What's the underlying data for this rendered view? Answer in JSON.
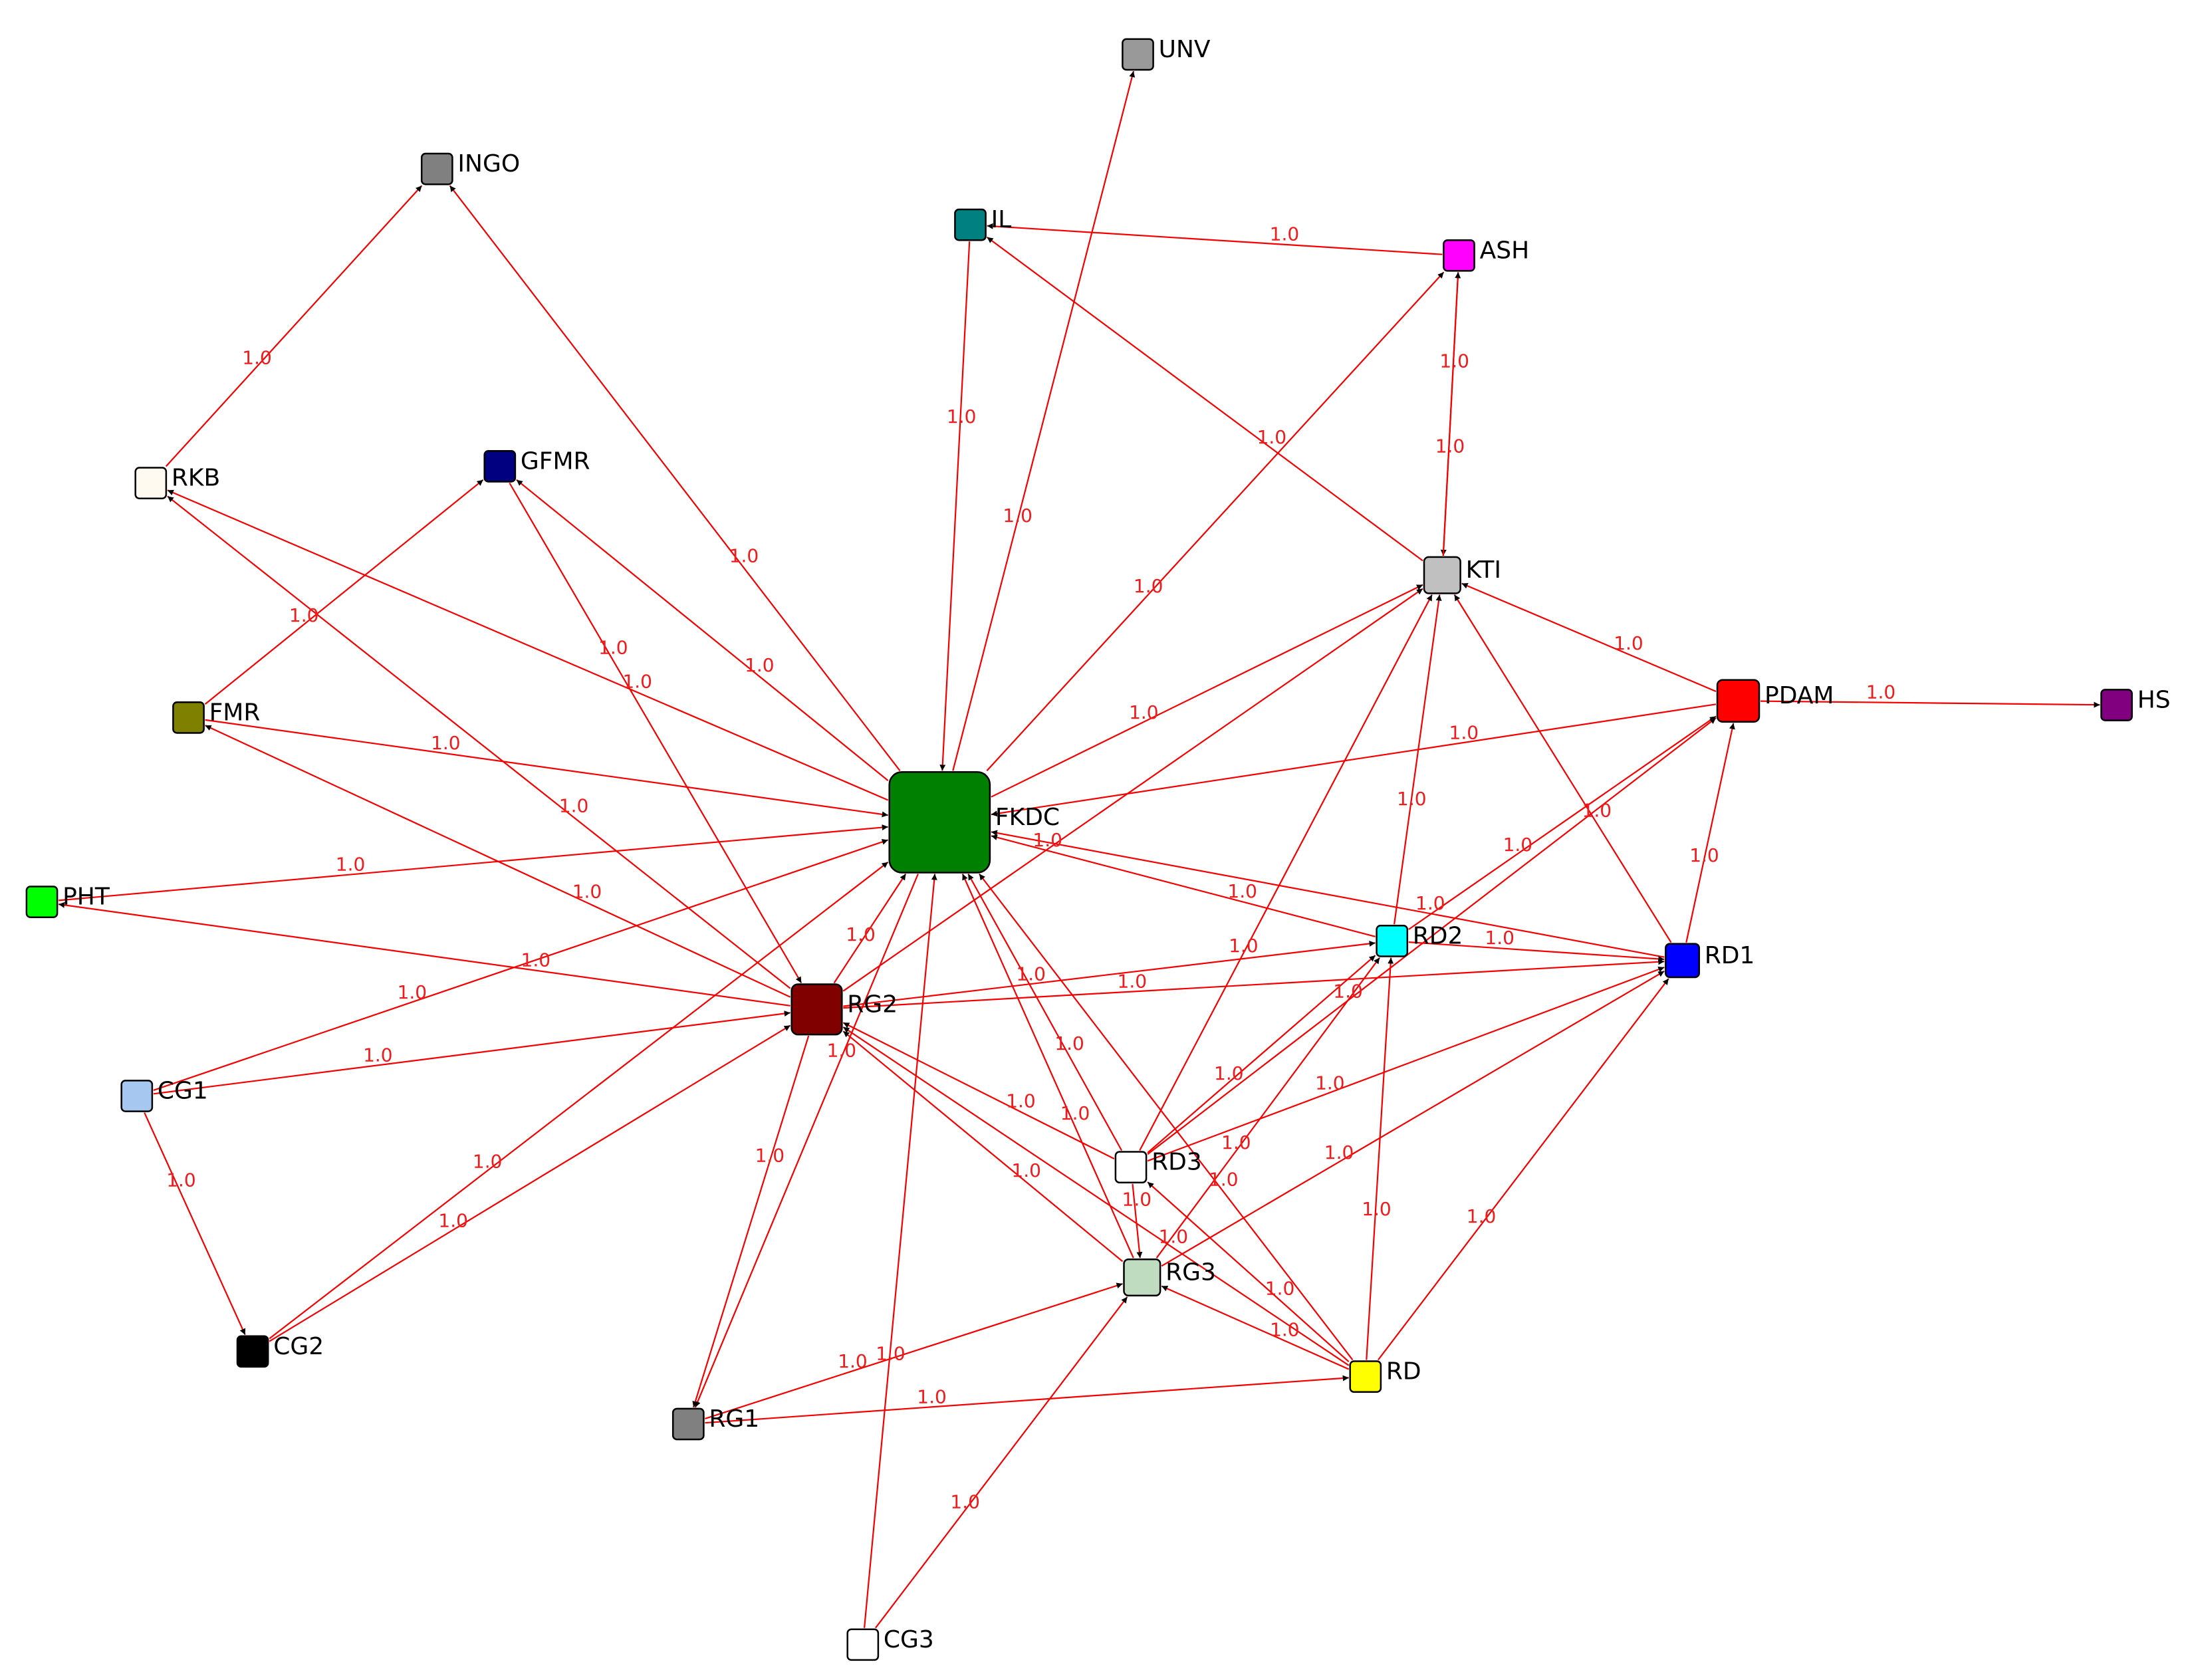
{
  "nodes": [
    {
      "id": "UNV",
      "label": "UNV",
      "color": "#999999"
    },
    {
      "id": "INGO",
      "label": "INGO",
      "color": "#808080"
    },
    {
      "id": "IL",
      "label": "IL",
      "color": "#008080"
    },
    {
      "id": "ASH",
      "label": "ASH",
      "color": "#ff00ff"
    },
    {
      "id": "RKB",
      "label": "RKB",
      "color": "#fffaf0"
    },
    {
      "id": "GFMR",
      "label": "GFMR",
      "color": "#000080"
    },
    {
      "id": "KTI",
      "label": "KTI",
      "color": "#c0c0c0"
    },
    {
      "id": "FMR",
      "label": "FMR",
      "color": "#808000"
    },
    {
      "id": "PDAM",
      "label": "PDAM",
      "color": "#ff0000"
    },
    {
      "id": "HS",
      "label": "HS",
      "color": "#800080"
    },
    {
      "id": "FKDC",
      "label": "FKDC",
      "color": "#008000"
    },
    {
      "id": "PHT",
      "label": "PHT",
      "color": "#00ff00"
    },
    {
      "id": "RD2",
      "label": "RD2",
      "color": "#00ffff"
    },
    {
      "id": "RD1",
      "label": "RD1",
      "color": "#0000ff"
    },
    {
      "id": "RG2",
      "label": "RG2",
      "color": "#800000"
    },
    {
      "id": "CG1",
      "label": "CG1",
      "color": "#a6c8f0"
    },
    {
      "id": "RD3",
      "label": "RD3",
      "color": "#ffffff"
    },
    {
      "id": "RG3",
      "label": "RG3",
      "color": "#c0dcc0"
    },
    {
      "id": "CG2",
      "label": "CG2",
      "color": "#000000"
    },
    {
      "id": "RD",
      "label": "RD",
      "color": "#ffff00"
    },
    {
      "id": "RG1",
      "label": "RG1",
      "color": "#808080"
    },
    {
      "id": "CG3",
      "label": "CG3",
      "color": "#ffffff"
    }
  ],
  "edges": [
    {
      "from": "FKDC",
      "to": "UNV",
      "weight": "1.0"
    },
    {
      "from": "FKDC",
      "to": "INGO",
      "weight": "1.0"
    },
    {
      "from": "IL",
      "to": "FKDC",
      "weight": "1.0"
    },
    {
      "from": "ASH",
      "to": "IL",
      "weight": "1.0"
    },
    {
      "from": "KTI",
      "to": "IL",
      "weight": "1.0"
    },
    {
      "from": "ASH",
      "to": "KTI",
      "weight": "1.0"
    },
    {
      "from": "KTI",
      "to": "ASH",
      "weight": "1.0"
    },
    {
      "from": "FKDC",
      "to": "ASH",
      "weight": "1.0"
    },
    {
      "from": "RKB",
      "to": "INGO",
      "weight": "1.0"
    },
    {
      "from": "FKDC",
      "to": "RKB",
      "weight": "1.0"
    },
    {
      "from": "RG2",
      "to": "RKB",
      "weight": "1.0"
    },
    {
      "from": "FMR",
      "to": "GFMR",
      "weight": "1.0"
    },
    {
      "from": "FKDC",
      "to": "GFMR",
      "weight": "1.0"
    },
    {
      "from": "GFMR",
      "to": "RG2",
      "weight": "1.0"
    },
    {
      "from": "FMR",
      "to": "FKDC",
      "weight": "1.0"
    },
    {
      "from": "RG2",
      "to": "FMR",
      "weight": "1.0"
    },
    {
      "from": "PHT",
      "to": "FKDC",
      "weight": "1.0"
    },
    {
      "from": "RG2",
      "to": "PHT",
      "weight": "1.0"
    },
    {
      "from": "FKDC",
      "to": "KTI",
      "weight": "1.0"
    },
    {
      "from": "RG2",
      "to": "KTI",
      "weight": "1.0"
    },
    {
      "from": "PDAM",
      "to": "KTI",
      "weight": "1.0"
    },
    {
      "from": "PDAM",
      "to": "FKDC",
      "weight": "1.0"
    },
    {
      "from": "PDAM",
      "to": "HS",
      "weight": "1.0"
    },
    {
      "from": "RD1",
      "to": "PDAM",
      "weight": "1.0"
    },
    {
      "from": "RD1",
      "to": "KTI",
      "weight": "1.0"
    },
    {
      "from": "RD2",
      "to": "KTI",
      "weight": "1.0"
    },
    {
      "from": "RD3",
      "to": "KTI",
      "weight": "1.0"
    },
    {
      "from": "RD2",
      "to": "PDAM",
      "weight": "1.0"
    },
    {
      "from": "RD3",
      "to": "PDAM",
      "weight": "1.0"
    },
    {
      "from": "RD2",
      "to": "FKDC",
      "weight": "1.0"
    },
    {
      "from": "RD1",
      "to": "FKDC",
      "weight": "1.0"
    },
    {
      "from": "RG2",
      "to": "RD2",
      "weight": "1.0"
    },
    {
      "from": "RG2",
      "to": "RD1",
      "weight": "1.0"
    },
    {
      "from": "RD2",
      "to": "RD1",
      "weight": "1.0"
    },
    {
      "from": "CG1",
      "to": "FKDC",
      "weight": "1.0"
    },
    {
      "from": "CG1",
      "to": "RG2",
      "weight": "1.0"
    },
    {
      "from": "CG1",
      "to": "CG2",
      "weight": "1.0"
    },
    {
      "from": "CG2",
      "to": "FKDC",
      "weight": "1.0"
    },
    {
      "from": "CG2",
      "to": "RG2",
      "weight": "1.0"
    },
    {
      "from": "RG2",
      "to": "FKDC",
      "weight": "1.0"
    },
    {
      "from": "FKDC",
      "to": "RG1",
      "weight": "1.0"
    },
    {
      "from": "RG2",
      "to": "RG1",
      "weight": "1.0"
    },
    {
      "from": "CG3",
      "to": "FKDC",
      "weight": "1.0"
    },
    {
      "from": "CG3",
      "to": "RG3",
      "weight": "1.0"
    },
    {
      "from": "RG1",
      "to": "RG3",
      "weight": "1.0"
    },
    {
      "from": "RG1",
      "to": "RD",
      "weight": "1.0"
    },
    {
      "from": "RG3",
      "to": "FKDC",
      "weight": "1.0"
    },
    {
      "from": "RD3",
      "to": "FKDC",
      "weight": "1.0"
    },
    {
      "from": "RD",
      "to": "FKDC",
      "weight": "1.0"
    },
    {
      "from": "RG3",
      "to": "RG2",
      "weight": "1.0"
    },
    {
      "from": "RD3",
      "to": "RG2",
      "weight": "1.0"
    },
    {
      "from": "RD",
      "to": "RG2",
      "weight": "1.0"
    },
    {
      "from": "RD3",
      "to": "RD2",
      "weight": "1.0"
    },
    {
      "from": "RG3",
      "to": "RD2",
      "weight": "1.0"
    },
    {
      "from": "RD",
      "to": "RD2",
      "weight": "1.0"
    },
    {
      "from": "RD3",
      "to": "RD1",
      "weight": "1.0"
    },
    {
      "from": "RG3",
      "to": "RD1",
      "weight": "1.0"
    },
    {
      "from": "RD",
      "to": "RD1",
      "weight": "1.0"
    },
    {
      "from": "RD3",
      "to": "RG3",
      "weight": "1.0"
    },
    {
      "from": "RD",
      "to": "RG3",
      "weight": "1.0"
    },
    {
      "from": "RD",
      "to": "RD3",
      "weight": "1.0"
    }
  ]
}
